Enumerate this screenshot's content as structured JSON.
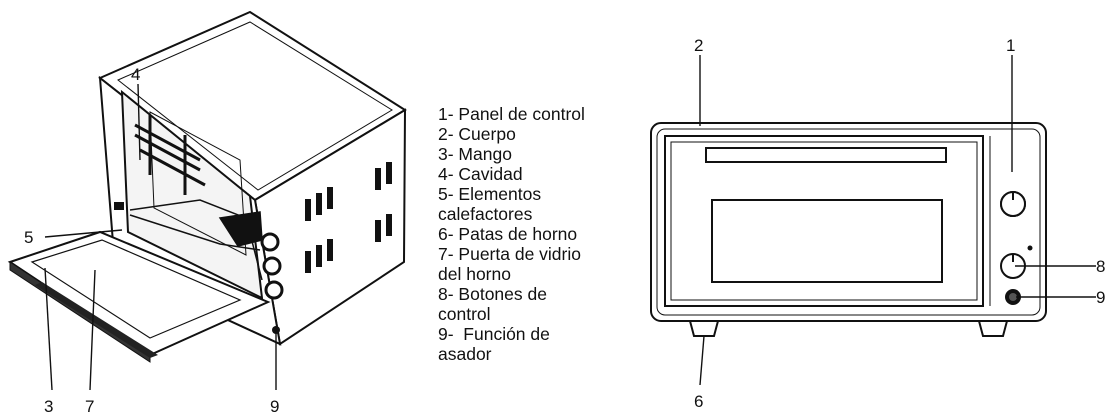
{
  "callouts_left": [
    "4",
    "5",
    "3",
    "7",
    "9"
  ],
  "callouts_right": [
    "2",
    "1",
    "8",
    "9",
    "6"
  ],
  "legend": [
    "1- Panel de control",
    "2- Cuerpo",
    "3- Mango",
    "4- Cavidad",
    "5- Elementos",
    "calefactores",
    "6- Patas de horno",
    "7- Puerta de vidrio",
    "del horno",
    "8- Botones de",
    "control",
    "9-  Función de",
    "asador"
  ]
}
